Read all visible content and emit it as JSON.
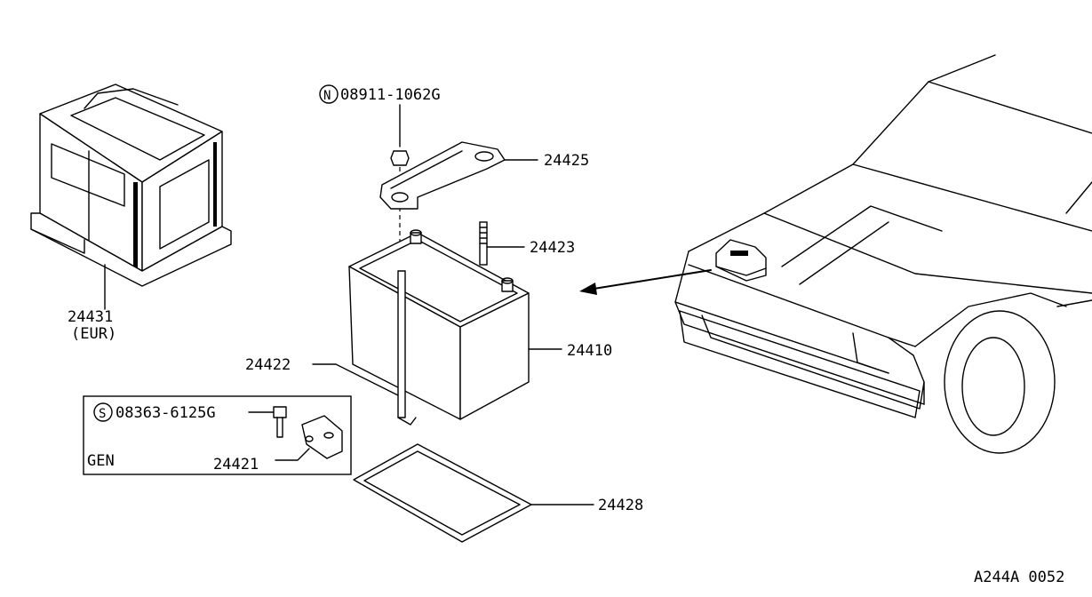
{
  "parts": {
    "nut_code": "08911-1062G",
    "nut_symbol": "N",
    "clamp": "24425",
    "bolt": "24423",
    "battery": "24410",
    "hook_rod": "24422",
    "tray": "24428",
    "cover": "24431",
    "cover_note": "(EUR)",
    "screw_code": "08363-6125G",
    "screw_symbol": "S",
    "bracket": "24421",
    "gen_box_label": "GEN"
  },
  "diagram_id": "A244A 0052"
}
